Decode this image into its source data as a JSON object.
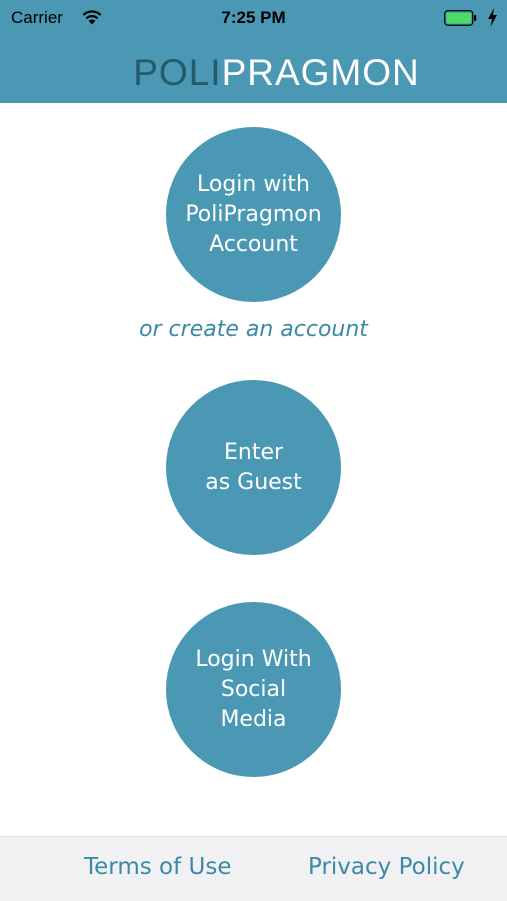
{
  "status_bar": {
    "carrier": "Carrier",
    "time": "7:25 PM",
    "icons": [
      "wifi-icon",
      "battery-icon",
      "charging-bolt-icon"
    ]
  },
  "header": {
    "brand_part1": "POLI",
    "brand_part2": "PRAGMON",
    "background_color": "#4a98b3"
  },
  "main": {
    "login_button": "Login with\nPoliPragmon\nAccount",
    "create_account_link": "or create an account",
    "guest_button": "Enter\nas Guest",
    "social_button": "Login With\nSocial\nMedia"
  },
  "footer": {
    "terms": "Terms of Use",
    "privacy": "Privacy Policy"
  },
  "colors": {
    "accent": "#4a98b3",
    "link": "#3a8aa6",
    "brand_dark": "#235a6c",
    "battery_green": "#4cd964"
  }
}
